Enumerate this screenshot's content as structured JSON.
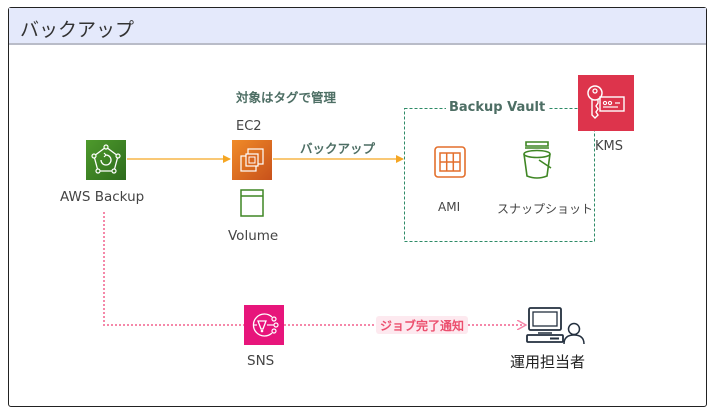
{
  "title": "バックアップ",
  "annotations": {
    "tag_managed": "対象はタグで管理",
    "backup_arrow_label": "バックアップ",
    "notify_label": "ジョブ完了通知"
  },
  "nodes": {
    "aws_backup": {
      "label": "AWS Backup",
      "icon": "aws-backup-icon",
      "color": "#3f8624"
    },
    "ec2": {
      "label": "EC2",
      "icon": "ec2-instance-icon",
      "color": "#e8751a"
    },
    "volume": {
      "label": "Volume",
      "icon": "ebs-volume-icon",
      "color": "#3f8624"
    },
    "vault": {
      "label": "Backup Vault",
      "border_color": "#2e8b67"
    },
    "ami": {
      "label": "AMI",
      "icon": "ami-icon",
      "color": "#e36f2c"
    },
    "snapshot": {
      "label": "スナップショット",
      "icon": "bucket-snapshot-icon",
      "color": "#3f8624"
    },
    "kms": {
      "label": "KMS",
      "icon": "kms-key-icon",
      "color": "#dd344c"
    },
    "sns": {
      "label": "SNS",
      "icon": "sns-icon",
      "color": "#e7157b"
    },
    "operator": {
      "label": "運用担当者",
      "icon": "operator-computer-icon",
      "color": "#232f3e"
    }
  },
  "colors": {
    "arrow_orange": "#f5a623",
    "notify_pink": "#f47ba0",
    "title_bar": "#e4e9fb"
  }
}
